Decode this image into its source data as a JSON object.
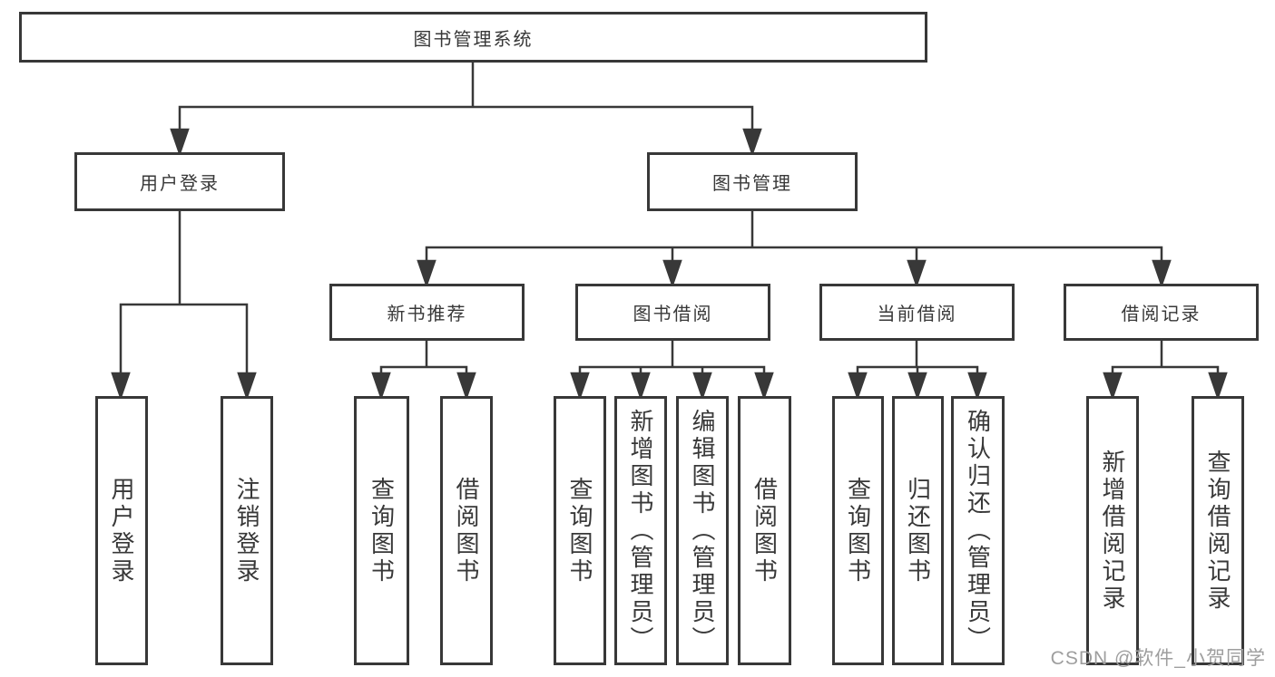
{
  "diagram": {
    "root": {
      "label": "图书管理系统"
    },
    "level2": [
      {
        "label": "用户登录"
      },
      {
        "label": "图书管理"
      }
    ],
    "level3": [
      {
        "label": "新书推荐"
      },
      {
        "label": "图书借阅"
      },
      {
        "label": "当前借阅"
      },
      {
        "label": "借阅记录"
      }
    ],
    "leaves": [
      {
        "label": "用户登录"
      },
      {
        "label": "注销登录"
      },
      {
        "label": "查询图书"
      },
      {
        "label": "借阅图书"
      },
      {
        "label": "查询图书"
      },
      {
        "label": "新增图书（管理员）"
      },
      {
        "label": "编辑图书（管理员）"
      },
      {
        "label": "借阅图书"
      },
      {
        "label": "查询图书"
      },
      {
        "label": "归还图书"
      },
      {
        "label": "确认归还（管理员）"
      },
      {
        "label": "新增借阅记录"
      },
      {
        "label": "查询借阅记录"
      }
    ]
  },
  "watermark": "CSDN @软件_小贺同学",
  "colors": {
    "line": "#383838",
    "text": "#383838",
    "watermark": "#9e9e9e",
    "background": "#ffffff"
  }
}
